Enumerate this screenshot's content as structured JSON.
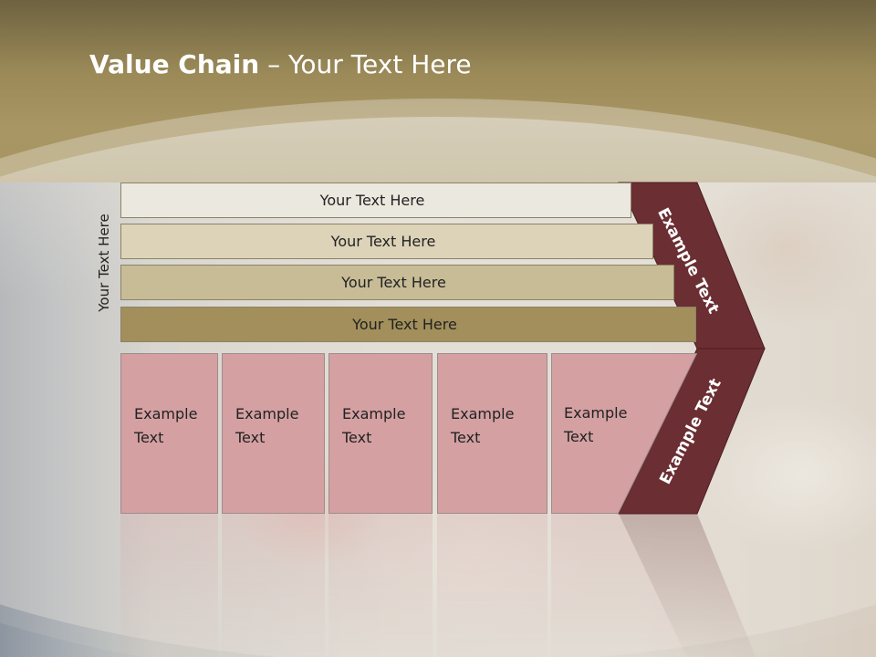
{
  "title": {
    "bold": "Value Chain",
    "rest": " – Your Text Here"
  },
  "side_label": "Your Text Here",
  "bars": [
    {
      "label": "Your Text Here",
      "color": "#ebe8df"
    },
    {
      "label": "Your Text Here",
      "color": "#dcd3b8"
    },
    {
      "label": "Your Text Here",
      "color": "#c8bc97"
    },
    {
      "label": "Your Text Here",
      "color": "#a28f5b"
    }
  ],
  "columns": [
    {
      "line1": "Example",
      "line2": "Text"
    },
    {
      "line1": "Example",
      "line2": "Text"
    },
    {
      "line1": "Example",
      "line2": "Text"
    },
    {
      "line1": "Example",
      "line2": "Text"
    },
    {
      "line1": "Example",
      "line2": "Text"
    }
  ],
  "chevrons": {
    "top_label": "Example Text",
    "bottom_label": "Example Text",
    "color": "#6b2e32"
  },
  "colors": {
    "header": "#a69561",
    "column_fill": "#d4a0a2"
  }
}
